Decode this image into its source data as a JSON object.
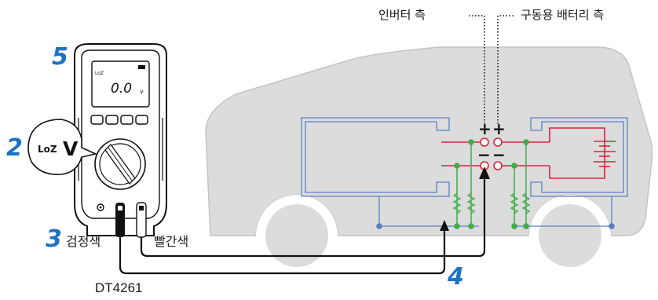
{
  "labels": {
    "inverter_side": "인버터 측",
    "battery_side": "구동용 배터리 측",
    "black_lead": "검정색",
    "red_lead": "빨간색",
    "model": "DT4261",
    "meter_reading": "0.0",
    "meter_unit": "v",
    "lcd_mode": "LoZ",
    "dial_mode": "LoZ",
    "dial_unit": "V",
    "plus": "+",
    "minus": "−"
  },
  "steps": {
    "step_power": "5",
    "step_dial": "2",
    "step_leads": "3",
    "step_probe": "4"
  },
  "colors": {
    "step_blue": "#1e72c2",
    "car_fill": "#dcdcdc",
    "circuit_blue": "#5b7fc7",
    "circuit_red": "#d8243c",
    "node_green": "#3fae49"
  }
}
